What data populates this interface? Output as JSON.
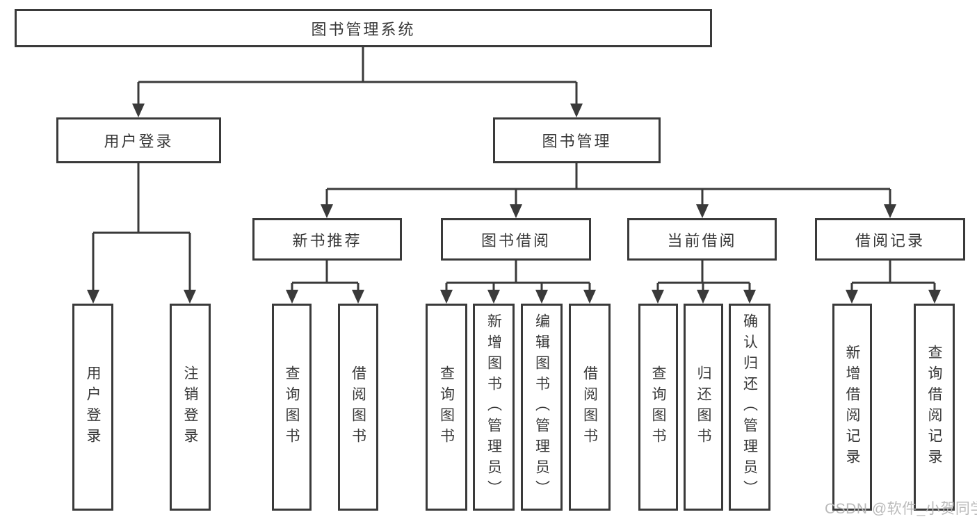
{
  "colors": {
    "line": "#3a3a3a",
    "box_border": "#3a3a3a",
    "text": "#383838",
    "watermark": "#b6b6b6",
    "background": "#ffffff"
  },
  "watermark": {
    "text": "CSDN @软件_小贺同学"
  },
  "tree": {
    "label": "图书管理系统",
    "children": [
      {
        "label": "用户登录",
        "children": [
          {
            "label": "用户登录"
          },
          {
            "label": "注销登录"
          }
        ]
      },
      {
        "label": "图书管理",
        "children": [
          {
            "label": "新书推荐",
            "children": [
              {
                "label": "查询图书"
              },
              {
                "label": "借阅图书"
              }
            ]
          },
          {
            "label": "图书借阅",
            "children": [
              {
                "label": "查询图书"
              },
              {
                "label": "新增图书（管理员）"
              },
              {
                "label": "编辑图书（管理员）"
              },
              {
                "label": "借阅图书"
              }
            ]
          },
          {
            "label": "当前借阅",
            "children": [
              {
                "label": "查询图书"
              },
              {
                "label": "归还图书"
              },
              {
                "label": "确认归还（管理员）"
              }
            ]
          },
          {
            "label": "借阅记录",
            "children": [
              {
                "label": "新增借阅记录"
              },
              {
                "label": "查询借阅记录"
              }
            ]
          }
        ]
      }
    ]
  }
}
